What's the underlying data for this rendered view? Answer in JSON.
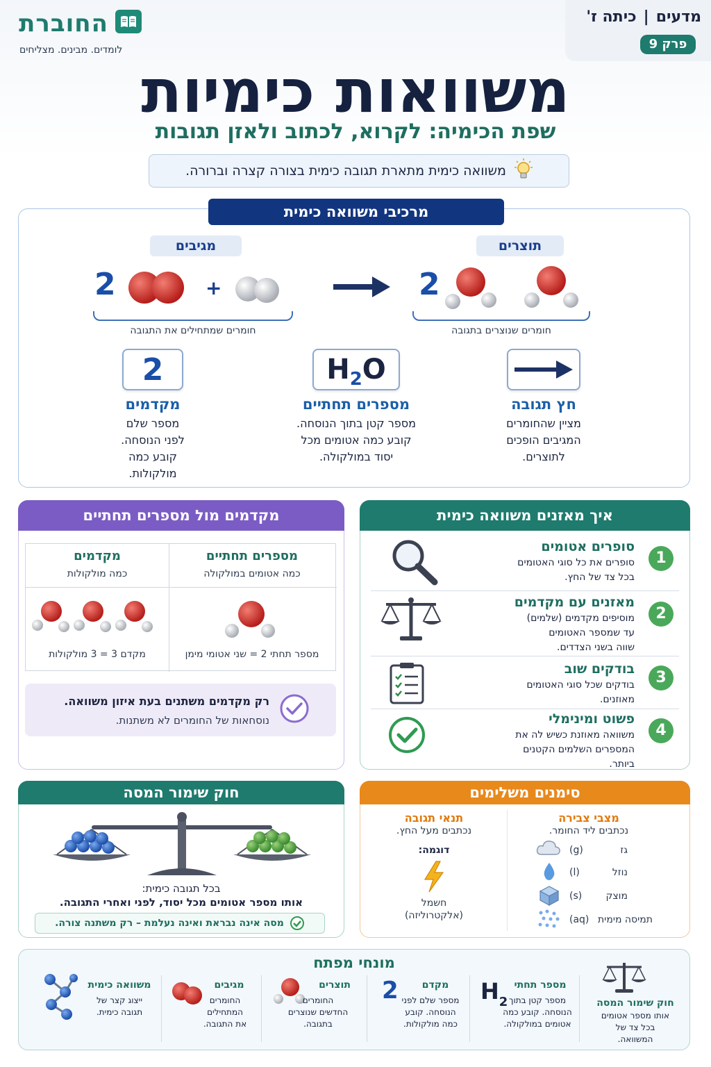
{
  "header": {
    "brand_name": "החוברת",
    "brand_tagline": "לומדים. מבינים. מצליחים",
    "subject": "מדעים",
    "grade": "כיתה ז'",
    "chapter": "פרק 9"
  },
  "title": "משוואות כימיות",
  "subtitle": "שפת הכימיה: לקרוא, לכתוב ולאזן תגובות",
  "definition": "משוואה כימית מתארת תגובה כימית בצורה קצרה וברורה.",
  "components": {
    "header": "מרכיבי משוואה כימית",
    "reactants_label": "מגיבים",
    "products_label": "תוצרים",
    "reactant_coef": "2",
    "product_coef": "2",
    "plus": "+",
    "reactants_brace": "חומרים שמתחילים את התגובה",
    "products_brace": "חומרים שנוצרים בתגובה",
    "items": [
      {
        "box": "2",
        "title": "מקדמים",
        "desc_lines": [
          "מספר שלם",
          "לפני הנוסחה.",
          "קובע כמה",
          "מולקולות."
        ]
      },
      {
        "box_main": "H",
        "box_sub": "2",
        "box_tail": "O",
        "title": "מספרים תחתיים",
        "desc_lines": [
          "מספר קטן בתוך הנוסחה.",
          "קובע כמה אטומים מכל",
          "יסוד במולקולה."
        ]
      },
      {
        "box": "→",
        "title": "חץ תגובה",
        "desc_lines": [
          "מציין שהחומרים",
          "המגיבים הופכים",
          "לתוצרים."
        ]
      }
    ]
  },
  "coef_vs_sub": {
    "header": "מקדמים מול מספרים תחתיים",
    "col_sub_title": "מספרים תחתיים",
    "col_sub_desc": "כמה אטומים במולקולה",
    "col_coef_title": "מקדמים",
    "col_coef_desc": "כמה מולקולות",
    "sub_caption": "מספר תחתי 2 = שני אטומי מימן",
    "coef_caption": "מקדם 3 = 3 מולקולות",
    "note_bold": "רק מקדמים משתנים בעת איזון משוואה.",
    "note": "נוסחאות של החומרים לא משתנות."
  },
  "balancing": {
    "header": "איך מאזנים משוואה כימית",
    "steps": [
      {
        "num": "1",
        "title": "סופרים אטומים",
        "desc_lines": [
          "סופרים את כל סוגי האטומים",
          "בכל צד של החץ."
        ]
      },
      {
        "num": "2",
        "title": "מאזנים עם מקדמים",
        "desc_lines": [
          "מוסיפים מקדמים (שלמים)",
          "עד שמספר האטומים",
          "שווה בשני הצדדים."
        ]
      },
      {
        "num": "3",
        "title": "בודקים שוב",
        "desc_lines": [
          "בודקים שכל סוגי האטומים",
          "מאוזנים."
        ]
      },
      {
        "num": "4",
        "title": "פשוט ומינימלי",
        "desc_lines": [
          "משוואה מאוזנת כשיש לה את",
          "המספרים השלמים הקטנים",
          "ביותר."
        ]
      }
    ]
  },
  "conservation": {
    "header": "חוק שימור המסה",
    "line1": "בכל תגובה כימית:",
    "line2": "אותו מספר אטומים מכל יסוד, לפני ואחרי התגובה.",
    "note": "מסה אינה נבראת ואינה נעלמת – רק משתנה צורה."
  },
  "symbols": {
    "header": "סימנים משלימים",
    "states_title": "מצבי צבירה",
    "states_desc": "נכתבים ליד החומר.",
    "states": [
      {
        "name": "גז",
        "sym": "(g)"
      },
      {
        "name": "נוזל",
        "sym": "(l)"
      },
      {
        "name": "מוצק",
        "sym": "(s)"
      },
      {
        "name": "תמיסה מימית",
        "sym": "(aq)"
      }
    ],
    "cond_title": "תנאי תגובה",
    "cond_desc": "נכתבים מעל החץ.",
    "example_label": "דוגמה:",
    "example_line1": "חשמל",
    "example_line2": "(אלקטרוליזה)"
  },
  "key_terms": {
    "header": "מונחי מפתח",
    "items": [
      {
        "title": "חוק שימור המסה",
        "desc_lines": [
          "אותו מספר אטומים",
          "בכל צד של",
          "המשוואה."
        ],
        "icon": "scale-icon"
      },
      {
        "title": "מספר תחתי",
        "desc_lines": [
          "מספר קטן בתוך",
          "הנוסחה. קובע כמה",
          "אטומים במולקולה."
        ],
        "icon": "h2-icon",
        "icon_main": "H",
        "icon_sub": "2"
      },
      {
        "title": "מקדם",
        "desc_lines": [
          "מספר שלם לפני",
          "הנוסחה. קובע",
          "כמה מולקולות."
        ],
        "icon": "two-icon",
        "icon_text": "2"
      },
      {
        "title": "תוצרים",
        "desc_lines": [
          "החומרים",
          "החדשים שנוצרים",
          "בתגובה."
        ],
        "icon": "water-molecule-icon"
      },
      {
        "title": "מגיבים",
        "desc_lines": [
          "החומרים",
          "המתחילים",
          "את התגובה."
        ],
        "icon": "oxygen-molecule-icon"
      },
      {
        "title": "משוואה כימית",
        "desc_lines": [
          "ייצוג קצר של",
          "תגובה כימית."
        ],
        "icon": "molecule-chain-icon"
      }
    ]
  },
  "colors": {
    "navy": "#12357f",
    "teal": "#1e7b6e",
    "purple": "#7b5cc4",
    "orange": "#e8891c",
    "green": "#4aa85a"
  }
}
